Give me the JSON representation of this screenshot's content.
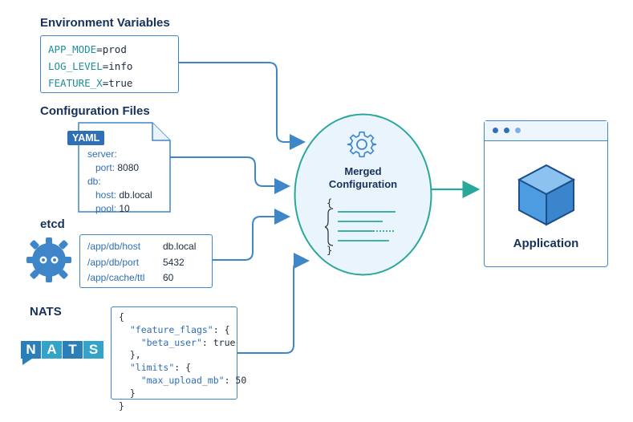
{
  "sources": {
    "env": {
      "heading": "Environment Variables",
      "vars": [
        {
          "key": "APP_MODE",
          "value": "prod"
        },
        {
          "key": "LOG_LEVEL",
          "value": "info"
        },
        {
          "key": "FEATURE_X",
          "value": "true"
        }
      ]
    },
    "config_files": {
      "heading": "Configuration Files",
      "tag": "YAML",
      "lines": [
        {
          "key": "server:",
          "value": ""
        },
        {
          "key": "port:",
          "value": "8080"
        },
        {
          "key": "db:",
          "value": ""
        },
        {
          "key": "host:",
          "value": "db.local"
        },
        {
          "key": "pool:",
          "value": "10"
        }
      ]
    },
    "etcd": {
      "heading": "etcd",
      "entries": [
        {
          "key": "/app/db/host",
          "value": "db.local"
        },
        {
          "key": "/app/db/port",
          "value": "5432"
        },
        {
          "key": "/app/cache/ttl",
          "value": "60"
        }
      ]
    },
    "nats": {
      "heading": "NATS",
      "logo_text": [
        "N",
        "A",
        "T",
        "S"
      ],
      "json": {
        "open": "{",
        "flags_key": "\"feature_flags\"",
        "flags_open": ": {",
        "beta_key": "\"beta_user\"",
        "beta_val": ": true",
        "flags_close": "},",
        "limits_key": "\"limits\"",
        "limits_open": ": {",
        "upload_key": "\"max_upload_mb\"",
        "upload_val": ": 50",
        "limits_close": "}",
        "close": "}"
      }
    }
  },
  "merged": {
    "title_line1": "Merged",
    "title_line2": "Configuration",
    "brace_open": "{",
    "brace_close": "}",
    "icon": "gear-icon"
  },
  "application": {
    "label": "Application",
    "icon": "cube-icon"
  },
  "colors": {
    "blue": "#3f86c9",
    "teal": "#2aa79b",
    "navy": "#16325a"
  }
}
